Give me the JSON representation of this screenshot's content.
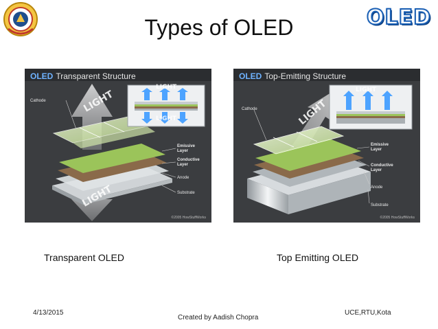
{
  "slide": {
    "title": "Types of OLED",
    "brand": "OLED"
  },
  "figures": [
    {
      "header_accent": "OLED",
      "header_rest": "Transparent Structure",
      "labels": {
        "cathode": "Cathode",
        "emissive_1": "Emissive",
        "emissive_2": "Layer",
        "conductive_1": "Conductive",
        "conductive_2": "Layer",
        "anode": "Anode",
        "substrate": "Substrate"
      },
      "light_words": [
        "LIGHT",
        "LIGHT",
        "LIGHT",
        "LIGHT"
      ],
      "copyright": "©2005 HowStuffWorks",
      "caption": "Transparent OLED"
    },
    {
      "header_accent": "OLED",
      "header_rest": "Top-Emitting Structure",
      "labels": {
        "cathode": "Cathode",
        "emissive_1": "Emissive",
        "emissive_2": "Layer",
        "conductive_1": "Conductive",
        "conductive_2": "Layer",
        "anode": "Anode",
        "substrate": "Substrate"
      },
      "light_words": [
        "LIGHT",
        "LIGHT"
      ],
      "copyright": "©2005 HowStuffWorks",
      "caption": "Top Emitting OLED"
    }
  ],
  "footer": {
    "date": "4/13/2015",
    "credit": "Created by Aadish Chopra",
    "institution": "UCE,RTU,Kota"
  },
  "colors": {
    "figure_bg": "#3b3d40",
    "emissive_green": "#9bc45a",
    "conductive_brown": "#8a6a4a",
    "header_blue": "#6fb3ff",
    "brand_blue": "#1a5fb4"
  }
}
